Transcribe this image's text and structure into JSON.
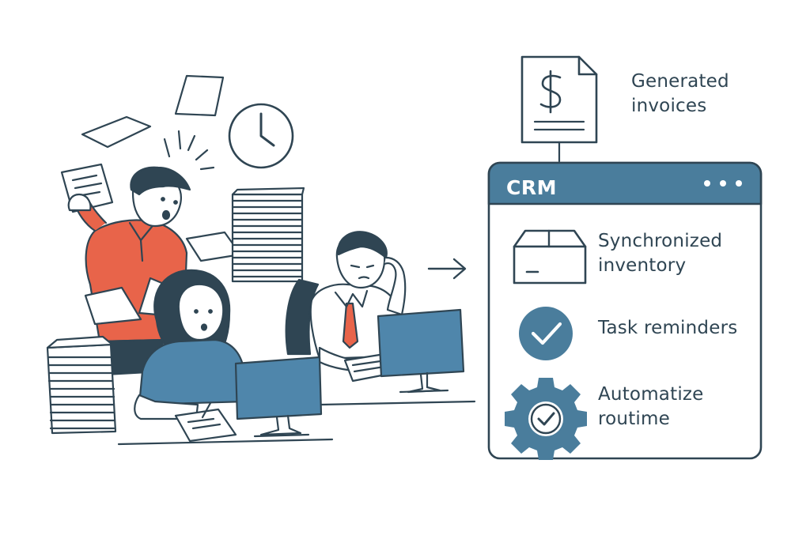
{
  "invoice": {
    "line1": "Generated",
    "line2": "invoices"
  },
  "crm": {
    "title": "CRM",
    "features": [
      {
        "line1": "Synchronized",
        "line2": "inventory",
        "icon": "inventory-box-icon"
      },
      {
        "line1": "Task reminders",
        "line2": "",
        "icon": "check-circle-icon"
      },
      {
        "line1": "Automatize",
        "line2": "routime",
        "icon": "gear-check-icon"
      }
    ]
  },
  "colors": {
    "ink": "#2f4553",
    "crm_blue": "#4a7d9c",
    "shirt_orange": "#e8644a",
    "shirt_blue": "#4f86ab",
    "monitor_blue": "#4f86ab",
    "tie_orange": "#e8644a"
  }
}
